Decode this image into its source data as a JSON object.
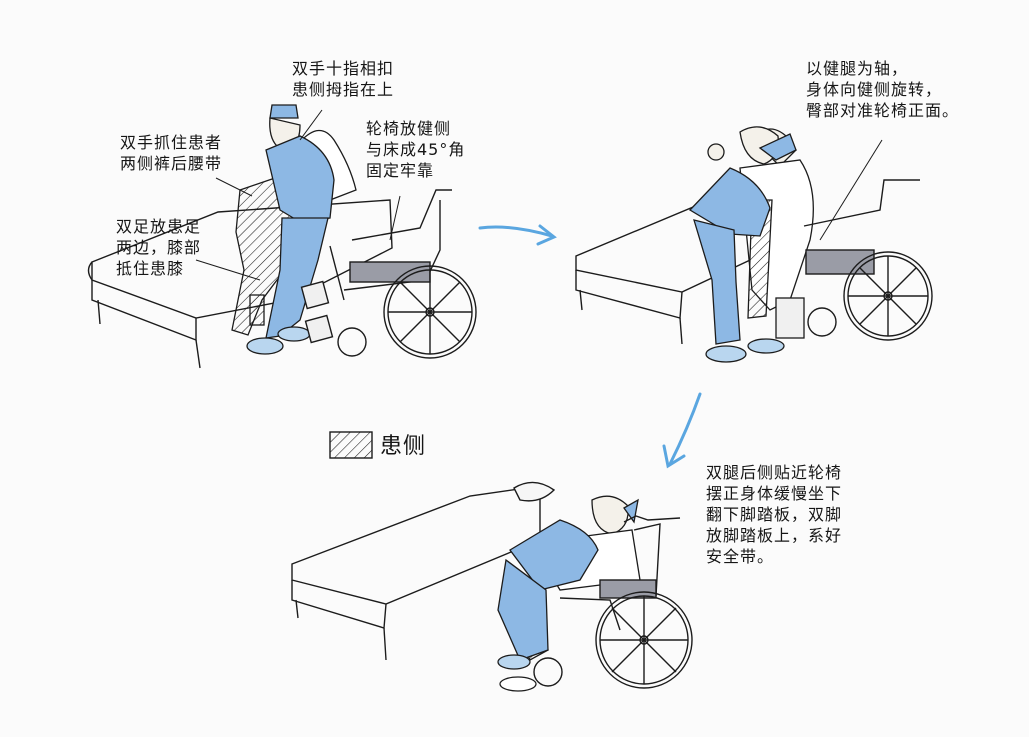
{
  "steps": [
    {
      "notes": [
        {
          "text": "双手十指相扣\n患侧拇指在上"
        },
        {
          "text": "双手抓住患者\n两侧裤后腰带"
        },
        {
          "text": "轮椅放健侧\n与床成45°角\n固定牢靠"
        },
        {
          "text": "双足放患足\n两边，膝部\n抵住患膝"
        }
      ]
    },
    {
      "notes": [
        {
          "text": "以健腿为轴，\n身体向健侧旋转，\n臀部对准轮椅正面。"
        }
      ]
    },
    {
      "notes": [
        {
          "text": "双腿后侧贴近轮椅\n摆正身体缓慢坐下\n翻下脚踏板，双脚\n放脚踏板上，系好\n安全带。"
        }
      ]
    }
  ],
  "legend": {
    "label": "患侧"
  },
  "colors": {
    "ink": "#1c1c1c",
    "nurse_blue": "#8db8e4",
    "arrow_blue": "#5aa6e0",
    "seat_gray": "#9a9ca6"
  }
}
